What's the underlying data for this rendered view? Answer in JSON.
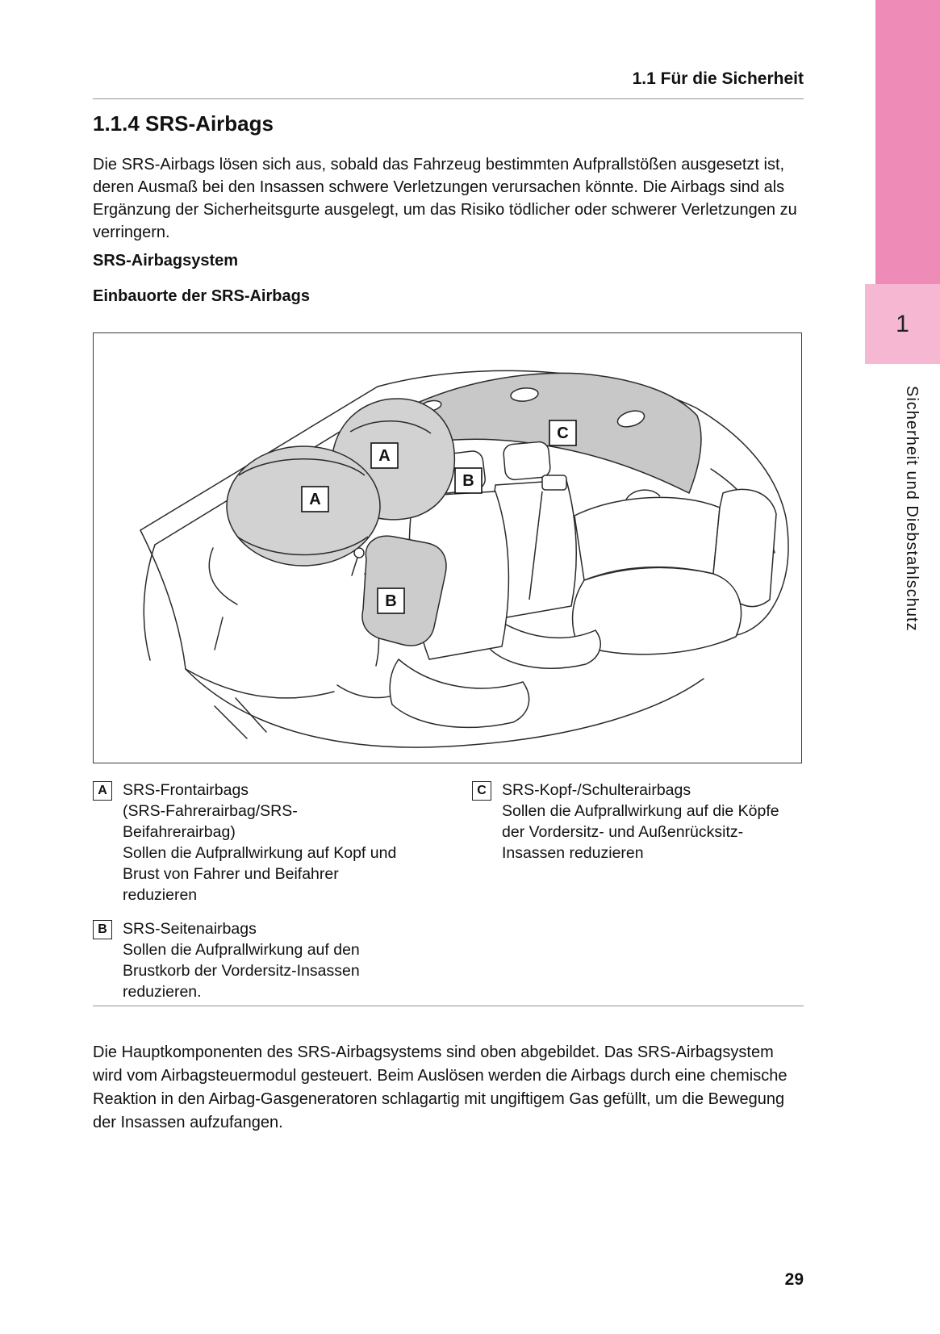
{
  "theme": {
    "strip-pink": "#ee8cb7",
    "tab-pink": "#f5b7d2",
    "rule-gray": "#8d939c",
    "text-color": "#111111"
  },
  "header": {
    "running_title": "1.1 Für die Sicherheit"
  },
  "sidebar": {
    "chapter_number": "1",
    "chapter_title": "Sicherheit und Diebstahlschutz"
  },
  "section": {
    "title": "1.1.4 SRS-Airbags",
    "intro": "Die SRS-Airbags lösen sich aus, sobald das Fahrzeug bestimmten Aufprallstößen ausgesetzt ist, deren Ausmaß bei den Insassen schwere Verletzungen verursachen könnte. Die Airbags sind als Ergänzung der Sicherheitsgurte ausgelegt, um das Risiko tödlicher oder schwerer Verletzungen zu verringern.",
    "subheading_system": "SRS-Airbagsystem",
    "subheading_locations": "Einbauorte der SRS-Airbags"
  },
  "figure": {
    "labels": {
      "A": "A",
      "B": "B",
      "C": "C"
    }
  },
  "legend": [
    {
      "key": "A",
      "title": "SRS-Frontairbags",
      "subtitle": "(SRS-Fahrerairbag/SRS-Beifahrerairbag)",
      "description": "Sollen die Aufprallwirkung auf Kopf und Brust von Fahrer und Beifahrer reduzieren"
    },
    {
      "key": "B",
      "title": "SRS-Seitenairbags",
      "description": "Sollen die Aufprallwirkung auf den Brustkorb der Vordersitz-Insassen reduzieren."
    },
    {
      "key": "C",
      "title": "SRS-Kopf-/Schulterairbags",
      "description": "Sollen die Aufprallwirkung auf die Köpfe der Vordersitz- und Außenrücksitz-Insassen reduzieren"
    }
  ],
  "closing_paragraph": "Die Hauptkomponenten des SRS-Airbagsystems sind oben abgebildet. Das SRS-Airbagsystem wird vom Airbagsteuermodul gesteuert. Beim Auslösen werden die Airbags durch eine chemische Reaktion in den Airbag-Gasgeneratoren schlagartig mit ungiftigem Gas gefüllt, um die Bewegung der Insassen aufzufangen.",
  "footer": {
    "page_number": "29"
  }
}
